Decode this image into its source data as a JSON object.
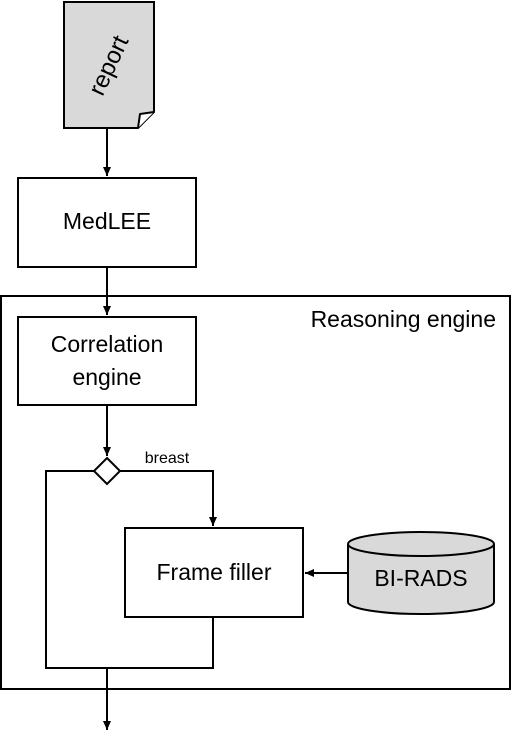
{
  "diagram": {
    "document": {
      "label": "report"
    },
    "medlee": {
      "label": "MedLEE"
    },
    "reasoning_engine": {
      "label": "Reasoning engine"
    },
    "correlation_engine": {
      "line1": "Correlation",
      "line2": "engine"
    },
    "decision": {
      "branch_label": "breast"
    },
    "frame_filler": {
      "label": "Frame filler"
    },
    "birads": {
      "label": "BI-RADS"
    }
  },
  "colors": {
    "stroke": "#000000",
    "box_fill": "#ffffff",
    "shaded_fill": "#d9d9d9",
    "text": "#000000"
  }
}
